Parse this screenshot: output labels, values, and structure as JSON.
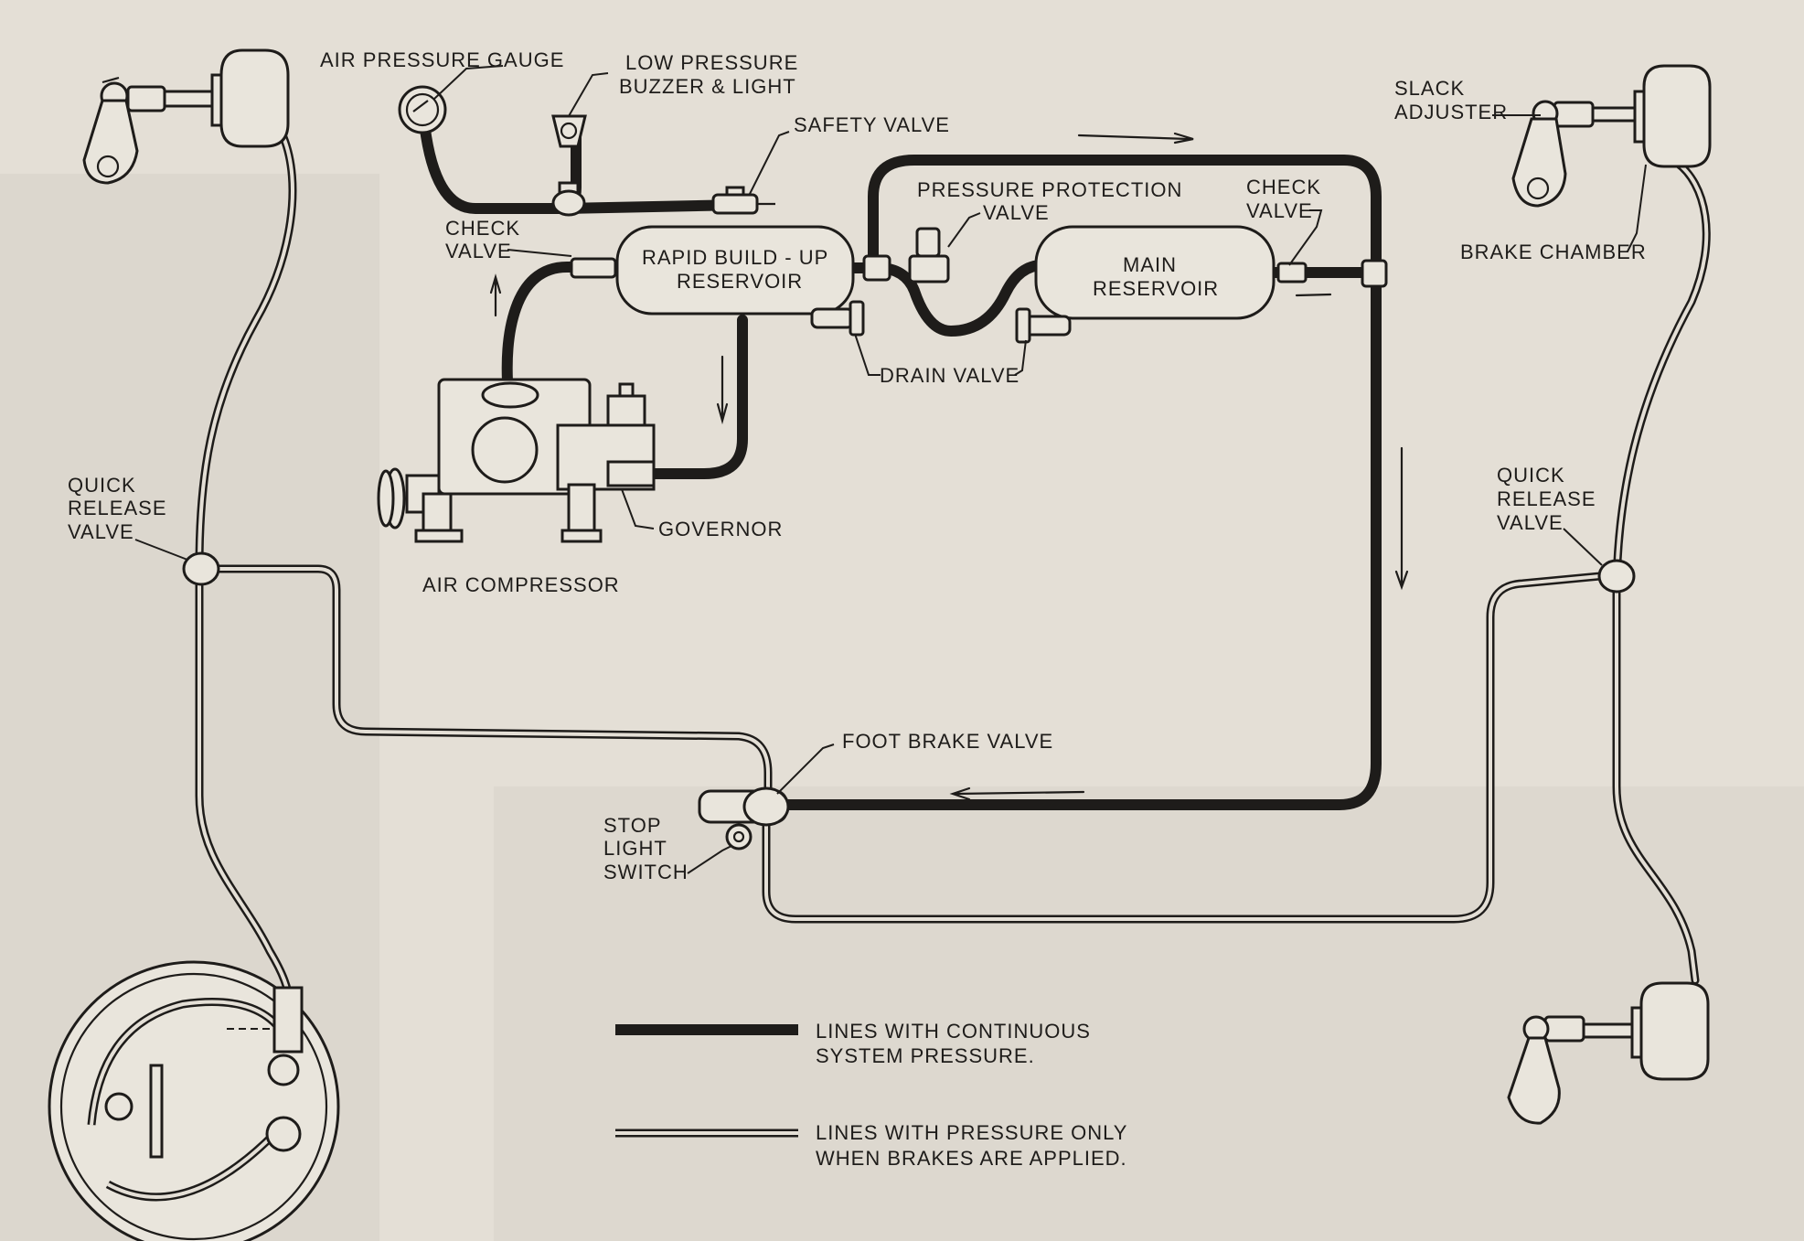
{
  "labels": {
    "air_pressure_gauge": "AIR PRESSURE GAUGE",
    "low_pressure_1": "LOW PRESSURE",
    "low_pressure_2": "BUZZER & LIGHT",
    "safety_valve": "SAFETY VALVE",
    "check_valve_left_1": "CHECK",
    "check_valve_left_2": "VALVE",
    "rapid_1": "RAPID BUILD - UP",
    "rapid_2": "RESERVOIR",
    "pressure_protection_1": "PRESSURE PROTECTION",
    "pressure_protection_2": "VALVE",
    "main_1": "MAIN",
    "main_2": "RESERVOIR",
    "check_valve_right_1": "CHECK",
    "check_valve_right_2": "VALVE",
    "slack_1": "SLACK",
    "slack_2": "ADJUSTER",
    "brake_chamber": "BRAKE CHAMBER",
    "drain_valve": "DRAIN VALVE",
    "governor": "GOVERNOR",
    "air_compressor": "AIR COMPRESSOR",
    "qrv_left_1": "QUICK",
    "qrv_left_2": "RELEASE",
    "qrv_left_3": "VALVE",
    "qrv_right_1": "QUICK",
    "qrv_right_2": "RELEASE",
    "qrv_right_3": "VALVE",
    "foot_brake_valve": "FOOT BRAKE VALVE",
    "stop_1": "STOP",
    "stop_2": "LIGHT",
    "stop_3": "SWITCH"
  },
  "legend": {
    "continuous_1": "LINES WITH CONTINUOUS",
    "continuous_2": "SYSTEM PRESSURE.",
    "applied_1": "LINES WITH PRESSURE ONLY",
    "applied_2": "WHEN BRAKES ARE APPLIED."
  },
  "colors": {
    "paper": "#e4dfd6",
    "ink": "#1e1c1a"
  }
}
